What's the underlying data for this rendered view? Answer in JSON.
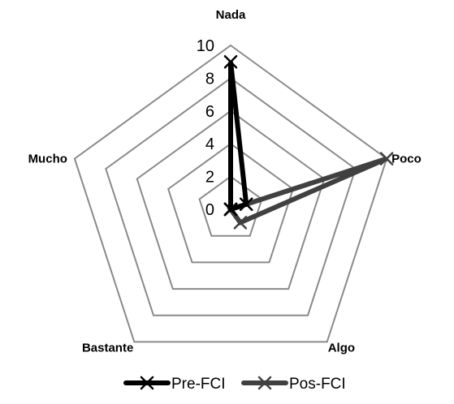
{
  "chart_data": {
    "type": "radar",
    "categories": [
      "Nada",
      "Poco",
      "Algo",
      "Bastante",
      "Mucho"
    ],
    "rlim": [
      0,
      10
    ],
    "ticks": [
      0,
      2,
      4,
      6,
      8,
      10
    ],
    "legend_position": "bottom",
    "series": [
      {
        "name": "Pre-FCI",
        "color": "#000000",
        "values": [
          9,
          1,
          0,
          0,
          0
        ]
      },
      {
        "name": "Pos-FCI",
        "color": "#404040",
        "values": [
          0,
          10,
          1,
          0,
          0
        ]
      }
    ]
  }
}
